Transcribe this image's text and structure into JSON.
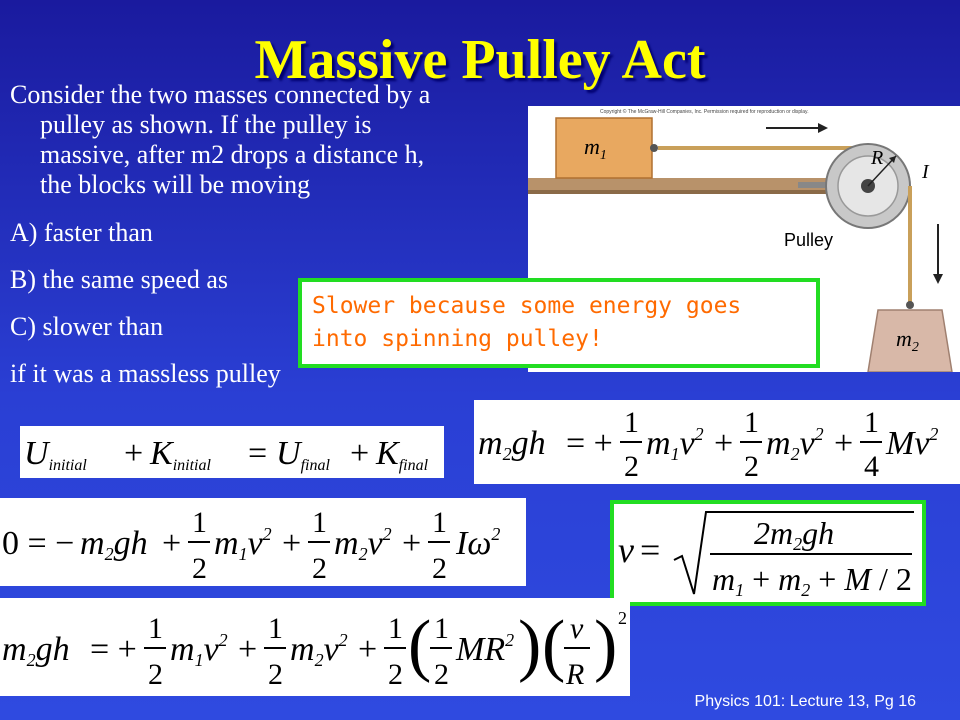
{
  "slide": {
    "title": "Massive Pulley Act",
    "question_line1": "Consider the two masses connected by a",
    "question_line2": "pulley as shown.  If the pulley is",
    "question_line3": "massive,  after m2 drops a distance h,",
    "question_line4": "the blocks will be moving",
    "option_a": "A)  faster than",
    "option_b": "B) the same speed as",
    "option_c": "C) slower than",
    "option_tail": "if it was a massless pulley",
    "answer_line1": "Slower because some energy goes",
    "answer_line2": "into spinning pulley!",
    "footer": "Physics 101: Lecture 13, Pg 16"
  },
  "figure": {
    "copyright": "Copyright © The McGraw-Hill Companies, Inc. Permission required for reproduction or display.",
    "m1": "m",
    "m1_sub": "1",
    "m2": "m",
    "m2_sub": "2",
    "radius": "R",
    "current": "I",
    "pulley_label": "Pulley"
  },
  "equations": {
    "eq1": "U_initial + K_initial = U_final + K_final",
    "eq2": "m2gh = +1/2 m1v² + 1/2 m2v² + 1/4 Mv²",
    "eq3": "0 = −m2gh + 1/2 m1v² + 1/2 m2v² + 1/2 Iω²",
    "eq4": "v = sqrt(2m2gh / (m1 + m2 + M/2))",
    "eq5": "m2gh = +1/2 m1v² + 1/2 m2v² + 1/2(1/2 MR²)(v/R)²"
  },
  "colors": {
    "title": "#ffff00",
    "callout_border": "#22dd22",
    "callout_text": "#ff6a00",
    "background": "#2a3fd4"
  }
}
